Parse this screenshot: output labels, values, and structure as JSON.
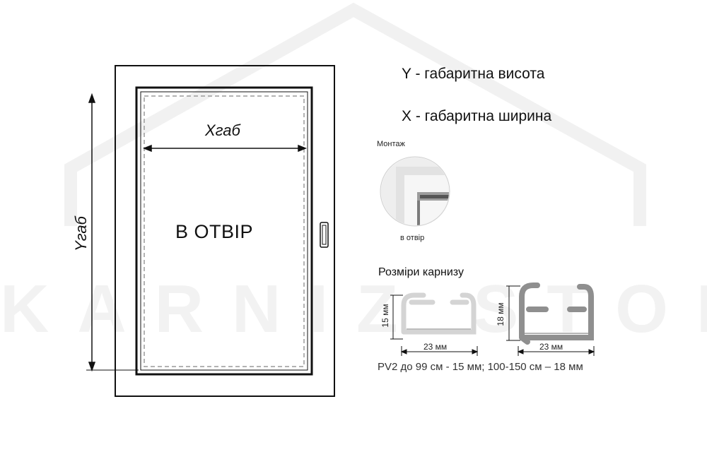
{
  "window": {
    "opening_label": "В ОТВІР",
    "x_label": "Хгаб",
    "y_label": "Yгаб"
  },
  "legend": {
    "y_text": "Y - габаритна висота",
    "x_text": "X - габаритна ширина"
  },
  "mounting": {
    "title": "Монтаж",
    "caption": "в отвір"
  },
  "cornice": {
    "title": "Розміри карнизу",
    "profile_small": {
      "height": "15 мм",
      "width": "23 мм"
    },
    "profile_large": {
      "height": "18 мм",
      "width": "23 мм"
    },
    "note": "PV2  до 99 см - 15 мм; 100-150 см – 18 мм"
  },
  "watermark": {
    "text": "KARNIZ STORY"
  },
  "colors": {
    "line": "#111111",
    "dashed": "#9a9a9a",
    "watermark": "#f3f3f3",
    "profile_light": "#d9d9d9",
    "profile_dark": "#8c8c8c"
  }
}
